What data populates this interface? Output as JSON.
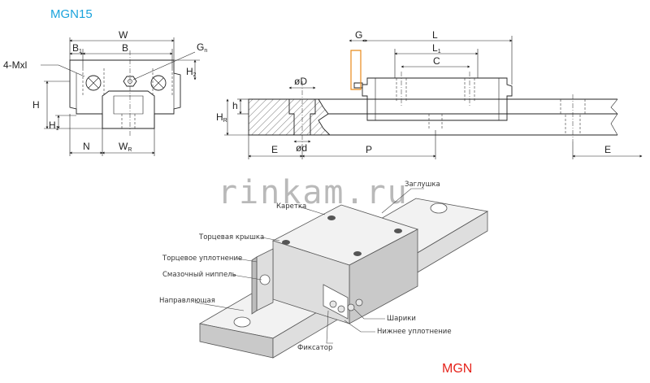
{
  "model_title": "MGN15",
  "series_label": "MGN",
  "watermark": "rinkam.ru",
  "front_view": {
    "dims": {
      "W": "W",
      "B1": "B",
      "B1_sub": "1",
      "B": "B",
      "Gn": "G",
      "Gn_sub": "n",
      "mxl": "4-Mxl",
      "H": "H",
      "H1": "H",
      "H1_sub": "1",
      "H2": "H",
      "H2_sub": "2",
      "N": "N",
      "WR": "W",
      "WR_sub": "R"
    }
  },
  "side_view": {
    "dims": {
      "G": "G",
      "L": "L",
      "L1": "L",
      "L1_sub": "1",
      "C": "C",
      "D": "øD",
      "d": "ød",
      "h": "h",
      "HR": "H",
      "HR_sub": "R",
      "E_left": "E",
      "P": "P",
      "E_right": "E"
    }
  },
  "iso_view": {
    "labels": {
      "end_cap_plug": "Заглушка",
      "carriage": "Каретка",
      "end_cap": "Торцевая крышка",
      "end_seal": "Торцевое уплотнение",
      "grease_nipple": "Смазочный ниппель",
      "rail": "Направляющая",
      "balls": "Шарики",
      "bottom_seal": "Нижнее уплотнение",
      "retainer": "Фиксатор"
    }
  }
}
